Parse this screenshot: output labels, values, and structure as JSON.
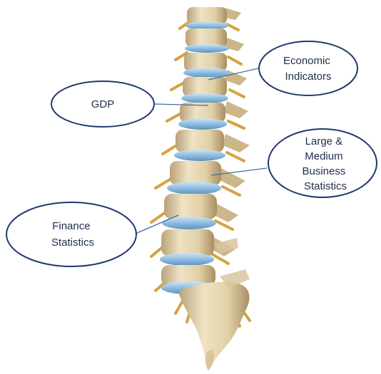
{
  "diagram": {
    "illustration": "human-spine",
    "colors": {
      "bone": "#e8d9b5",
      "bone_shadow": "#c9b488",
      "disc": "#9ec6e4",
      "disc_edge": "#6f9fc4",
      "nerve": "#d6a23e",
      "callout_border": "#1f3a6e",
      "connector": "#3e6fa8",
      "text": "#1f2d4a"
    },
    "callouts": [
      {
        "id": "economic-indicators",
        "lines": [
          "Economic",
          "Indicators"
        ]
      },
      {
        "id": "gdp",
        "lines": [
          "GDP"
        ]
      },
      {
        "id": "large-medium-business-statistics",
        "lines": [
          "Large &",
          "Medium",
          "Business",
          "Statistics"
        ]
      },
      {
        "id": "finance-statistics",
        "lines": [
          "Finance",
          "Statistics"
        ]
      }
    ]
  }
}
